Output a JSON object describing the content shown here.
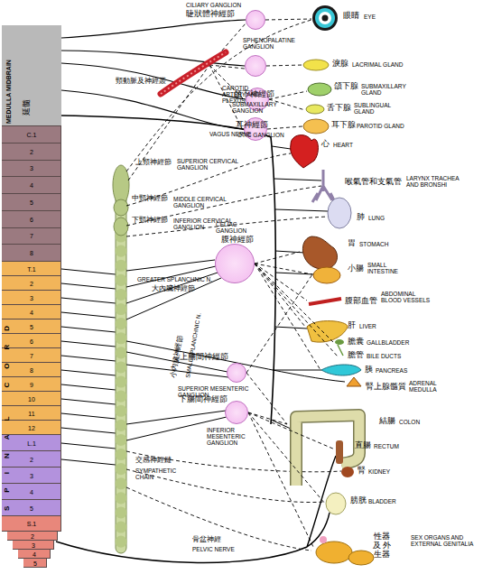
{
  "diagram": {
    "nodes": [
      {
        "text": [
          "MEDULLA MIDBRAIN",
          "延髓"
        ]
      },
      {
        "text": [
          "C.1"
        ]
      },
      {
        "text": [
          "2"
        ]
      },
      {
        "text": [
          "3"
        ]
      },
      {
        "text": [
          "4"
        ]
      },
      {
        "text": [
          "5"
        ]
      },
      {
        "text": [
          "6"
        ]
      },
      {
        "text": [
          "7"
        ]
      },
      {
        "text": [
          "8"
        ]
      },
      {
        "text": [
          "T.1"
        ]
      },
      {
        "text": [
          "2"
        ]
      },
      {
        "text": [
          "3"
        ]
      },
      {
        "text": [
          "4"
        ]
      },
      {
        "text": [
          "5"
        ]
      },
      {
        "text": [
          "6"
        ]
      },
      {
        "text": [
          "7"
        ]
      },
      {
        "text": [
          "8"
        ]
      },
      {
        "text": [
          "9"
        ]
      },
      {
        "text": [
          "10"
        ]
      },
      {
        "text": [
          "11"
        ]
      },
      {
        "text": [
          "12"
        ]
      },
      {
        "text": [
          "L.1"
        ]
      },
      {
        "text": [
          "2"
        ]
      },
      {
        "text": [
          "3"
        ]
      },
      {
        "text": [
          "4"
        ]
      },
      {
        "text": [
          "5"
        ]
      },
      {
        "text": [
          "S.1"
        ]
      },
      {
        "text": [
          "2"
        ]
      },
      {
        "text": [
          "3"
        ]
      },
      {
        "text": [
          "4"
        ]
      },
      {
        "text": [
          "5"
        ]
      },
      {
        "text": [
          "CILIARY GANGLION",
          "睫狀體神經節"
        ]
      },
      {
        "text": [
          "SPHENOPALATINE GANGLION"
        ]
      },
      {
        "text": [
          "頜下神經節",
          "SUBMAXILLARY GANGLION"
        ]
      },
      {
        "text": [
          "耳神經節",
          "OTIC GANGLION"
        ]
      },
      {
        "text": [
          "CELIAC GANGLION",
          "腹神經節"
        ]
      },
      {
        "text": [
          "上腸間神經節",
          "SUPERIOR MESENTERIC GANGLION"
        ]
      },
      {
        "text": [
          "下腸間神經節",
          "INFERIOR MESENTERIC GANGLION"
        ]
      },
      {
        "text": [
          "眼睛",
          "EYE"
        ]
      },
      {
        "text": [
          "淚腺",
          "LACRIMAL GLAND"
        ]
      },
      {
        "text": [
          "頜下腺",
          "SUBMAXILLARY GLAND"
        ]
      },
      {
        "text": [
          "舌下腺",
          "SUBLINGUAL GLAND"
        ]
      },
      {
        "text": [
          "耳下腺",
          "PAROTID GLAND"
        ]
      },
      {
        "text": [
          "心",
          "HEART"
        ]
      },
      {
        "text": [
          "喉氣管和支氣管",
          "LARYNX TRACHEA AND BRONSHI"
        ]
      },
      {
        "text": [
          "肺",
          "LUNG"
        ]
      },
      {
        "text": [
          "胃",
          "STOMACH"
        ]
      },
      {
        "text": [
          "小腸",
          "SMALL INTESTINE"
        ]
      },
      {
        "text": [
          "腹部血管",
          "ABDOMINAL BLOOD VESSELS"
        ]
      },
      {
        "text": [
          "肝",
          "LIVER"
        ]
      },
      {
        "text": [
          "膽囊",
          "GALLBLADDER"
        ]
      },
      {
        "text": [
          "膽管",
          "BILE DUCTS"
        ]
      },
      {
        "text": [
          "胰",
          "PANCREAS"
        ]
      },
      {
        "text": [
          "腎上腺髓質",
          "ADRENAL MEDULLA"
        ]
      },
      {
        "text": [
          "結腸",
          "COLON"
        ]
      },
      {
        "text": [
          "直腸",
          "RECTUM"
        ]
      },
      {
        "text": [
          "腎",
          "KIDNEY"
        ]
      },
      {
        "text": [
          "膀胱",
          "BLADDER"
        ]
      },
      {
        "text": [
          "性器 及 外生器",
          "SEX ORGANS AND EXTERNAL GENITALIA"
        ]
      }
    ],
    "edges": [
      {
        "from": 31,
        "to": 38,
        "arrow": "none"
      },
      {
        "from": 32,
        "to": 39,
        "arrow": "none"
      },
      {
        "from": 33,
        "to": 40,
        "arrow": "none"
      },
      {
        "from": 33,
        "to": 41,
        "arrow": "none"
      },
      {
        "from": 34,
        "to": 42,
        "arrow": "none"
      },
      {
        "from": 35,
        "to": 46,
        "arrow": "none"
      },
      {
        "from": 35,
        "to": 47,
        "arrow": "none"
      },
      {
        "from": 35,
        "to": 48,
        "arrow": "none"
      },
      {
        "from": 35,
        "to": 49,
        "arrow": "none"
      },
      {
        "from": 35,
        "to": 50,
        "arrow": "none"
      },
      {
        "from": 35,
        "to": 51,
        "arrow": "none"
      },
      {
        "from": 35,
        "to": 52,
        "arrow": "none"
      },
      {
        "from": 36,
        "to": 47,
        "arrow": "none"
      },
      {
        "from": 36,
        "to": 54,
        "arrow": "none"
      },
      {
        "from": 37,
        "to": 54,
        "arrow": "none"
      },
      {
        "from": 37,
        "to": 55,
        "arrow": "none"
      },
      {
        "from": 37,
        "to": 57,
        "arrow": "none"
      },
      {
        "from": 37,
        "to": 58,
        "arrow": "none"
      }
    ],
    "labels": [
      "SPINAL CORD",
      "頸動脈及神經叢",
      "CAROTID ARTERY AND PLEXUS",
      "VAGUS NERVE",
      "上頸神經節",
      "SUPERIOR CERVICAL GANGLION",
      "中頸神經節",
      "MIDDLE CERVICAL GANGLION",
      "下頸神經節",
      "INFERIOR CERVICAL GANGLION",
      "GREATER SPLANCHNIC N.",
      "大內臟神經節",
      "SMALL SPLANCHNIC N.",
      "小內臟神經節",
      "交感神經鏈",
      "SYMPATHETIC CHAIN",
      "骨盆神經",
      "PELVIC NERVE"
    ]
  }
}
